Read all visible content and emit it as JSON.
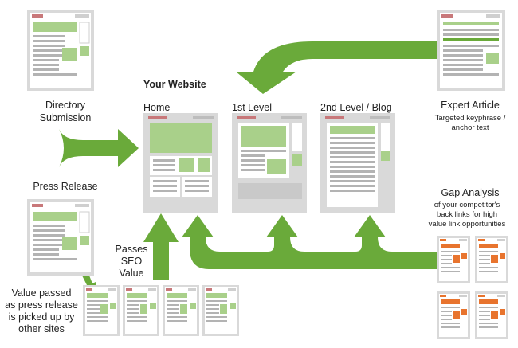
{
  "title": "Your Website",
  "pages": {
    "home": "Home",
    "first_level": "1st Level",
    "second_level": "2nd Level / Blog"
  },
  "sources": {
    "directory": [
      "Directory",
      "Submission"
    ],
    "press_release": "Press Release",
    "expert_article": "Expert Article",
    "expert_article_note": [
      "Targeted keyphrase /",
      "anchor text"
    ],
    "gap_analysis": "Gap Analysis",
    "gap_analysis_note": [
      "of your competitor's",
      "back links for high",
      "value link opportunities"
    ]
  },
  "annotations": {
    "passes_seo": [
      "Passes",
      "SEO",
      "Value"
    ],
    "value_passed": [
      "Value passed",
      "as press release",
      "is picked up by",
      "other sites"
    ]
  },
  "colors": {
    "arrow": "#6aaa3a",
    "page_frame": "#d9d9d9",
    "green_block": "#a9d08a",
    "red_header": "#c8787a",
    "orange_block": "#e8742e",
    "text_lines": "#b3b3b3"
  }
}
